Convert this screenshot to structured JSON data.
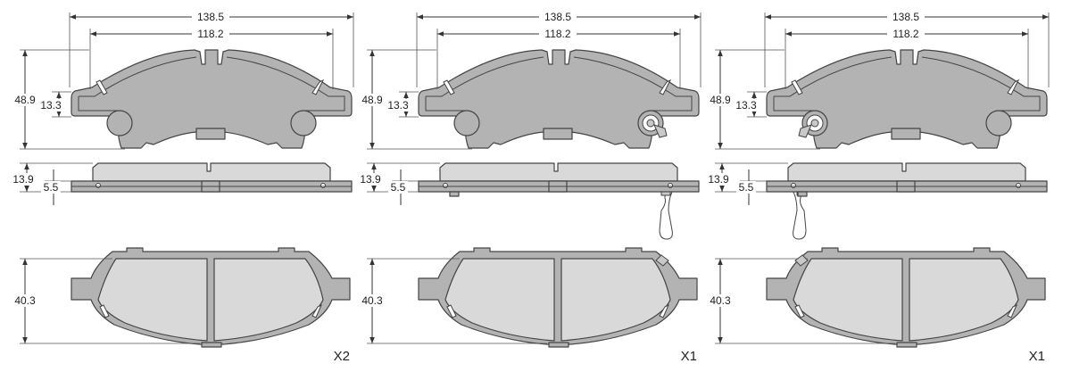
{
  "dimensions": {
    "overall_width": "138.5",
    "inner_width": "118.2",
    "height": "48.9",
    "ear_height": "13.3",
    "total_thickness": "13.9",
    "plate_thickness": "5.5",
    "friction_height": "40.3"
  },
  "variants": [
    {
      "quantity": "X2",
      "sensor": "none"
    },
    {
      "quantity": "X1",
      "sensor": "right"
    },
    {
      "quantity": "X1",
      "sensor": "left"
    }
  ]
}
